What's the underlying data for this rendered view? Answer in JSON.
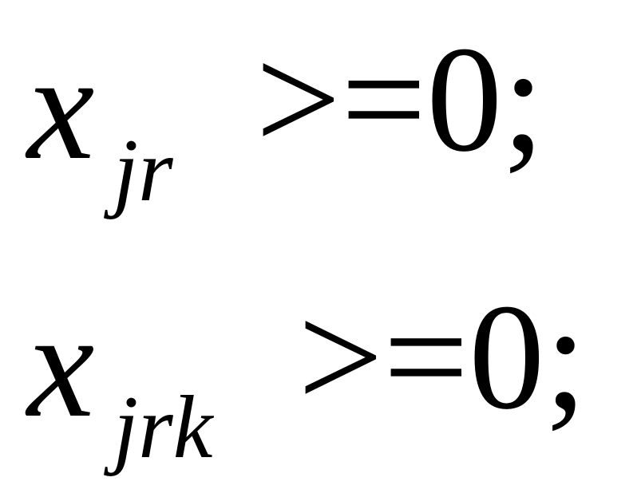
{
  "formulas": [
    {
      "variable": "x",
      "subscript": "jr",
      "relation": ">=0;"
    },
    {
      "variable": "x",
      "subscript": "jrk",
      "relation": ">=0;"
    }
  ]
}
